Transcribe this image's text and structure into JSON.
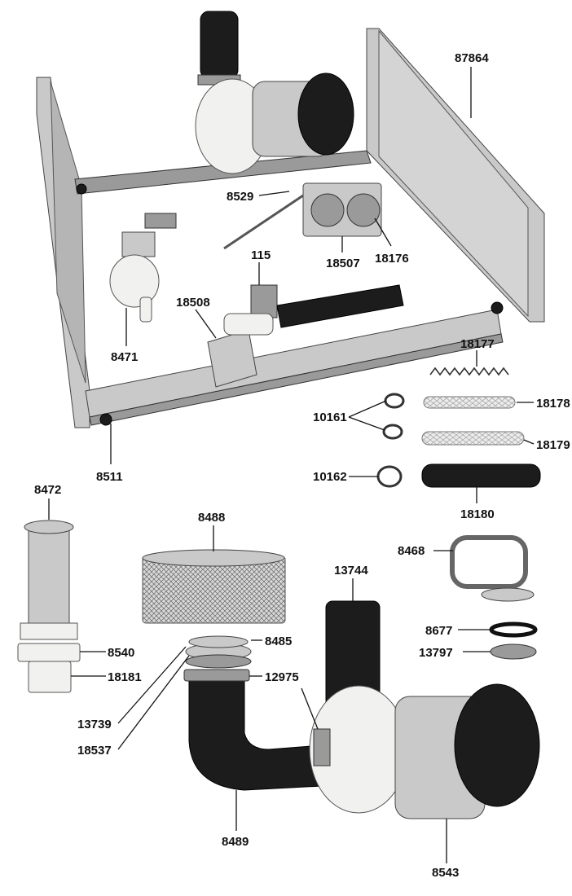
{
  "parts": [
    {
      "id": "p87864",
      "label": "87864"
    },
    {
      "id": "p8529",
      "label": "8529"
    },
    {
      "id": "p18176",
      "label": "18176"
    },
    {
      "id": "p18507",
      "label": "18507"
    },
    {
      "id": "p115",
      "label": "115"
    },
    {
      "id": "p18508",
      "label": "18508"
    },
    {
      "id": "p8471",
      "label": "8471"
    },
    {
      "id": "p18177",
      "label": "18177"
    },
    {
      "id": "p18178",
      "label": "18178"
    },
    {
      "id": "p18179",
      "label": "18179"
    },
    {
      "id": "p10161",
      "label": "10161"
    },
    {
      "id": "p10162",
      "label": "10162"
    },
    {
      "id": "p18180",
      "label": "18180"
    },
    {
      "id": "p8511",
      "label": "8511"
    },
    {
      "id": "p8472",
      "label": "8472"
    },
    {
      "id": "p8540",
      "label": "8540"
    },
    {
      "id": "p18181",
      "label": "18181"
    },
    {
      "id": "p8488",
      "label": "8488"
    },
    {
      "id": "p13744",
      "label": "13744"
    },
    {
      "id": "p8485",
      "label": "8485"
    },
    {
      "id": "p12975",
      "label": "12975"
    },
    {
      "id": "p13739",
      "label": "13739"
    },
    {
      "id": "p18537",
      "label": "18537"
    },
    {
      "id": "p8489",
      "label": "8489"
    },
    {
      "id": "p8543",
      "label": "8543"
    },
    {
      "id": "p8468",
      "label": "8468"
    },
    {
      "id": "p8677",
      "label": "8677"
    },
    {
      "id": "p13797",
      "label": "13797"
    }
  ],
  "colors": {
    "background": "#ffffff",
    "ink": "#111111",
    "metal": "#c9c9c9",
    "rubber": "#1c1c1c",
    "plastic": "#f1f1ef"
  }
}
